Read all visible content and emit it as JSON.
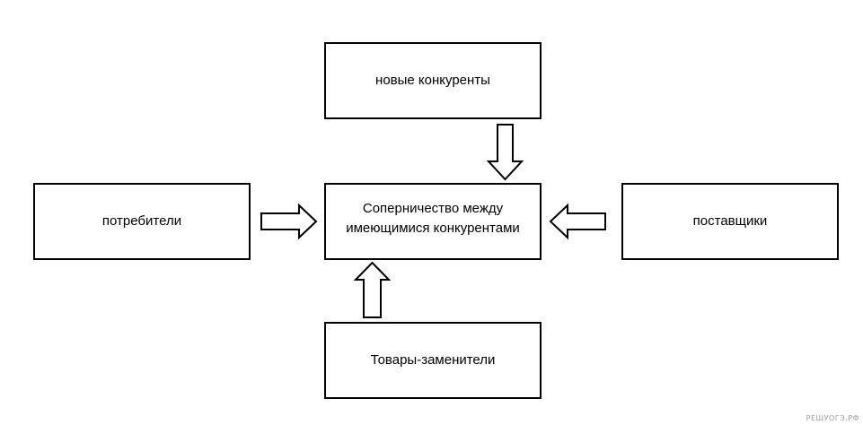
{
  "diagram": {
    "nodes": {
      "new_competitors": "новые конкуренты",
      "rivalry": "Соперничество между имеющимися конкурентами",
      "consumers": "потребители",
      "suppliers": "поставщики",
      "substitutes": "Товары-заменители"
    },
    "edges": [
      {
        "from": "new_competitors",
        "to": "rivalry"
      },
      {
        "from": "consumers",
        "to": "rivalry"
      },
      {
        "from": "suppliers",
        "to": "rivalry"
      },
      {
        "from": "substitutes",
        "to": "rivalry"
      }
    ],
    "colors": {
      "stroke": "#000000",
      "fill": "#ffffff"
    }
  },
  "watermark": "РЕШУОГЭ.РФ"
}
